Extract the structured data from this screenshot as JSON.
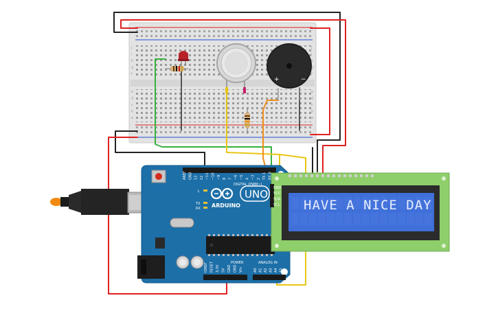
{
  "lcd": {
    "text": "HAVE A NICE DAY",
    "pins": [
      "GND",
      "VCC",
      "SDA",
      "SCL"
    ]
  },
  "arduino": {
    "brand": "ARDUINO",
    "model": "UNO",
    "digital_header": "DIGITAL (PWM~)",
    "digital_pins": [
      "AREF",
      "GND",
      "13",
      "12",
      "~11",
      "~10",
      "~9",
      "8",
      "7",
      "~6",
      "~5",
      "4",
      "~3",
      "2",
      "TX 1",
      "RX 0"
    ],
    "power_header": "POWER",
    "power_pins": [
      "IOREF",
      "RESET",
      "3.3V",
      "5V",
      "GND",
      "GND",
      "Vin"
    ],
    "analog_header": "ANALOG IN",
    "analog_pins": [
      "A0",
      "A1",
      "A2",
      "A3",
      "A4",
      "A5"
    ],
    "leds": [
      "L",
      "TX",
      "RX"
    ]
  },
  "breadboard": {
    "rows_top": [
      "j",
      "i",
      "h",
      "g",
      "f"
    ],
    "rows_bottom": [
      "e",
      "d",
      "c",
      "b",
      "a"
    ]
  },
  "buzzer": {
    "plus": "+",
    "minus": "−"
  },
  "colors": {
    "board_blue": "#1d6fa8",
    "lcd_green": "#8fcf6b",
    "lcd_screen": "#3f6fd8",
    "breadboard": "#e9e9e9",
    "wire_red": "#e02020",
    "wire_black": "#222222",
    "wire_green": "#37b03f",
    "wire_yellow": "#e8c614",
    "wire_orange": "#f28c1a"
  }
}
